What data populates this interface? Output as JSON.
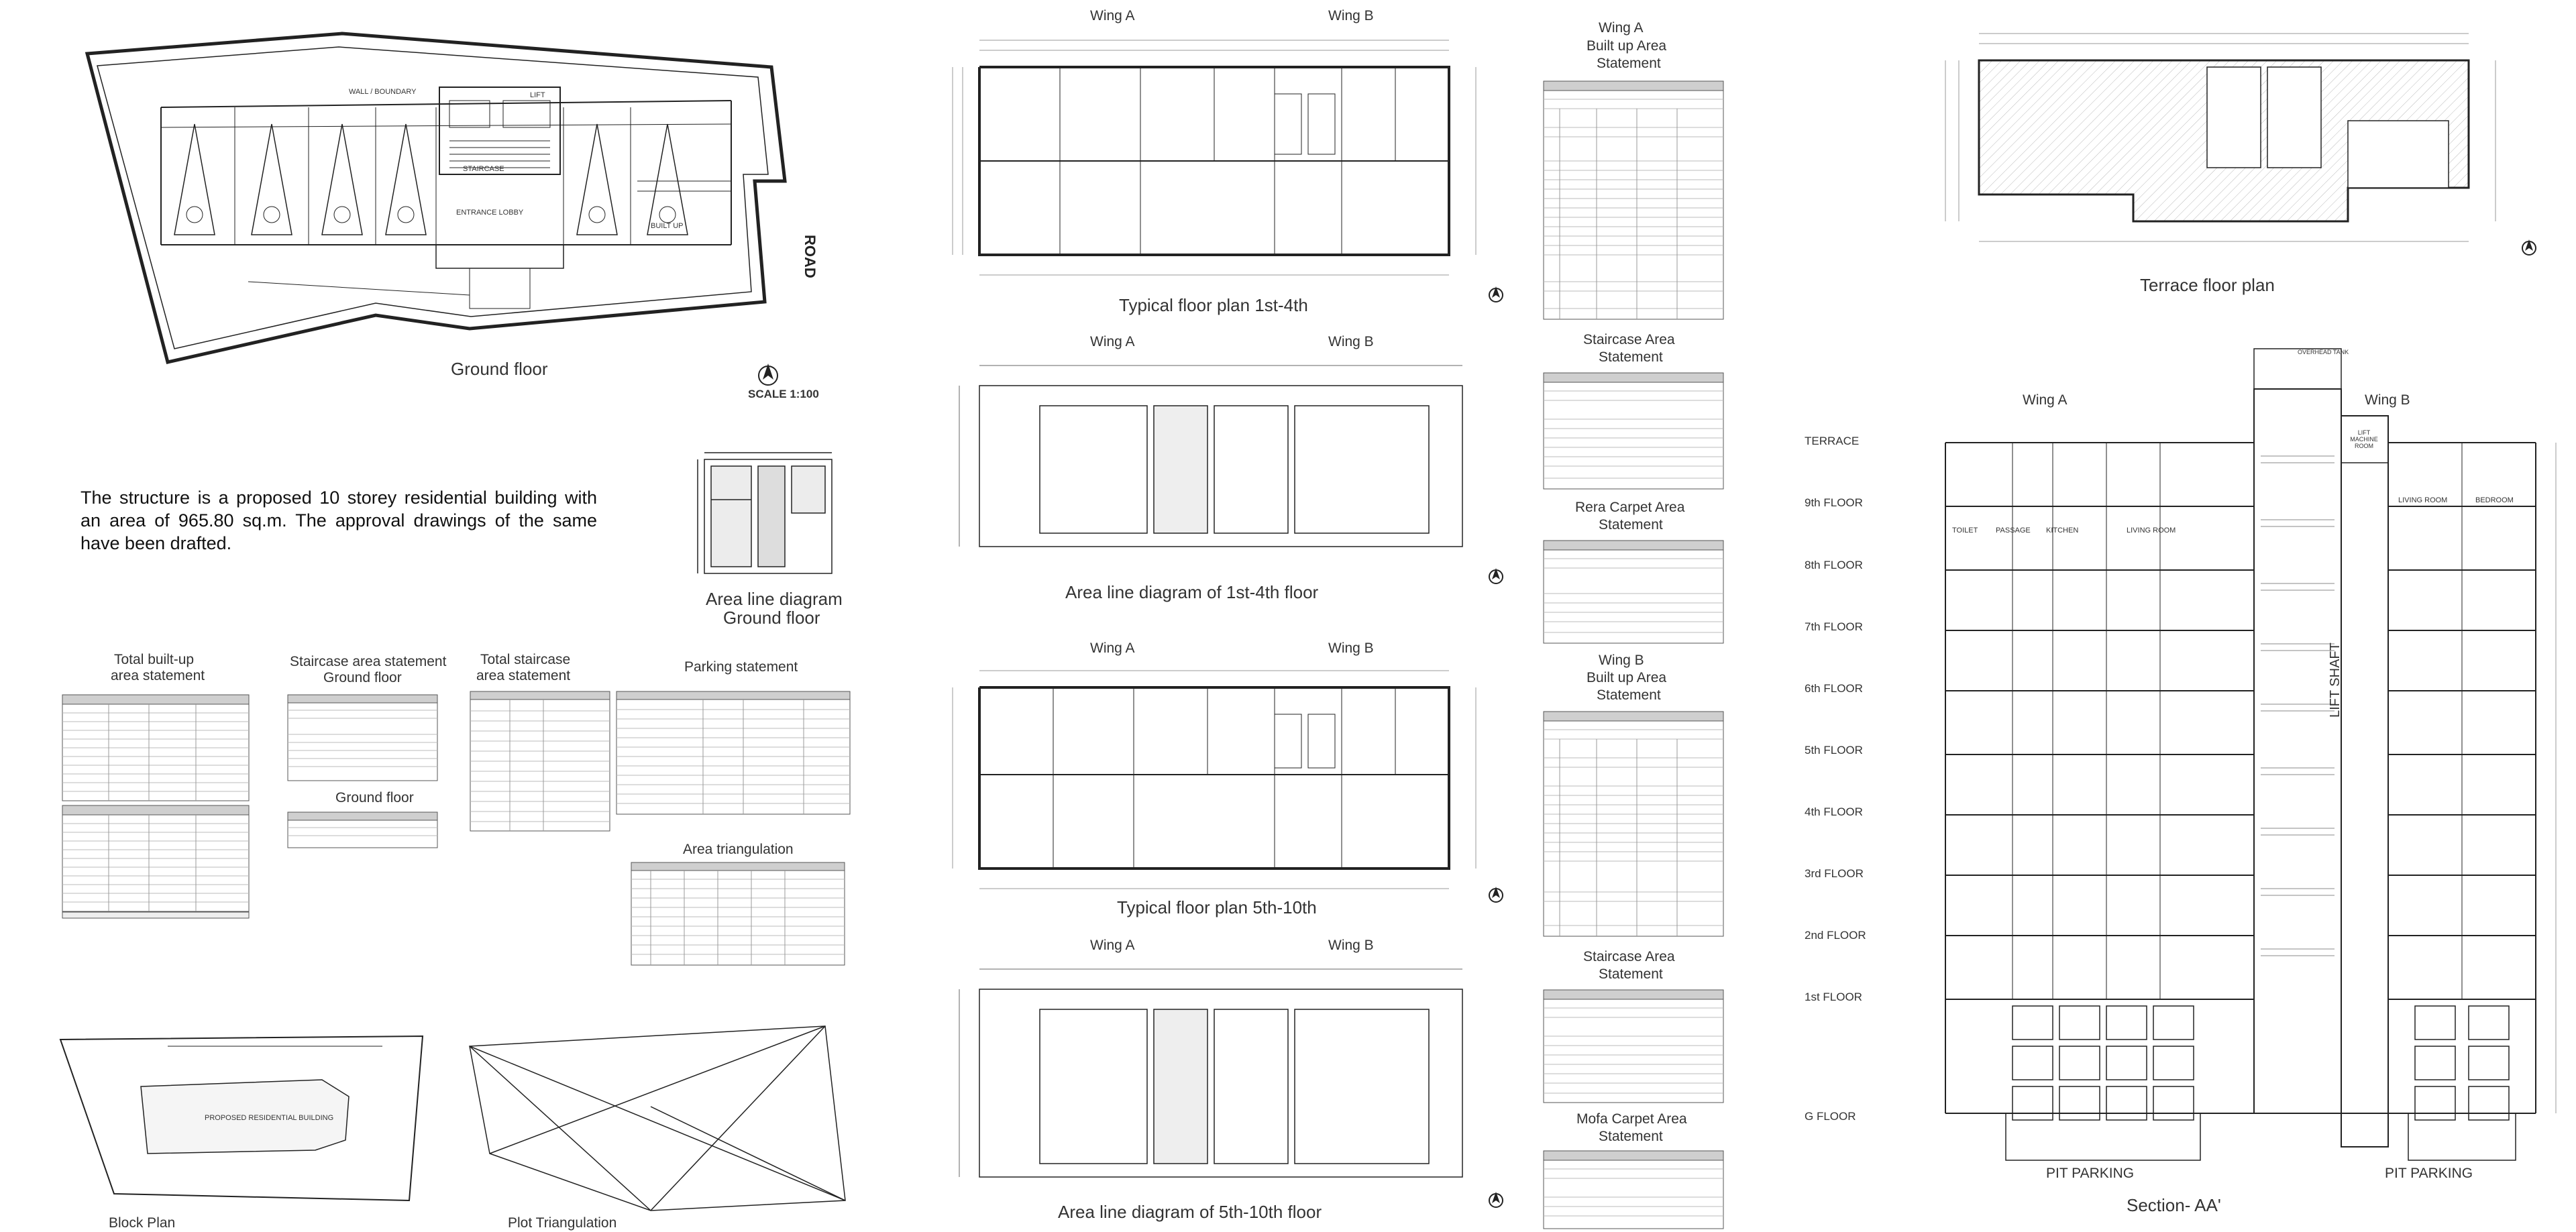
{
  "description": "The structure is a proposed 10 storey residential building with an area of 965.80 sq.m. The approval drawings of the same have been drafted.",
  "captions": {
    "ground_floor": "Ground floor",
    "scale": "SCALE 1:100",
    "area_line_ground_1": "Area line diagram",
    "area_line_ground_2": "Ground floor",
    "typical_1_4": "Typical floor plan 1st-4th",
    "area_line_1_4": "Area line diagram of 1st-4th floor",
    "typical_5_10": "Typical floor plan 5th-10th",
    "area_line_5_10": "Area line diagram of 5th-10th floor",
    "terrace": "Terrace floor plan",
    "section": "Section- AA'",
    "block_plan": "Block Plan",
    "plot_triangulation": "Plot Triangulation",
    "wing_a": "Wing A",
    "wing_b": "Wing B",
    "total_builtup_1": "Total built-up",
    "total_builtup_2": "area statement",
    "staircase_gf_1": "Staircase area statement",
    "staircase_gf_2": "Ground floor",
    "ground_floor_small": "Ground floor",
    "total_staircase_1": "Total staircase",
    "total_staircase_2": "area statement",
    "parking_statement": "Parking statement",
    "area_triangulation": "Area triangulation",
    "wa_builtup_1": "Wing A",
    "wa_builtup_2": "Built up Area",
    "wa_builtup_3": "Statement",
    "wa_stair_1": "Staircase Area",
    "wa_stair_2": "Statement",
    "wa_rera_1": "Rera Carpet Area",
    "wa_rera_2": "Statement",
    "wb_builtup_1": "Wing B",
    "wb_builtup_2": "Built up Area",
    "wb_builtup_3": "Statement",
    "wb_stair_1": "Staircase Area",
    "wb_stair_2": "Statement",
    "wb_mofa_1": "Mofa Carpet Area",
    "wb_mofa_2": "Statement"
  },
  "section_labels": {
    "floors": [
      "TERRACE",
      "9th FLOOR",
      "8th FLOOR",
      "7th FLOOR",
      "6th FLOOR",
      "5th FLOOR",
      "4th FLOOR",
      "3rd FLOOR",
      "2nd FLOOR",
      "1st FLOOR",
      "G FLOOR"
    ],
    "rooms_a": [
      "TOILET",
      "PASSAGE",
      "KITCHEN",
      "LIVING ROOM"
    ],
    "rooms_b": [
      "LIVING ROOM",
      "BEDROOM"
    ],
    "lift_shaft": "LIFT SHAFT",
    "lift_machine": "LIFT MACHINE ROOM",
    "overhead_tank": "OVERHEAD TANK",
    "pit_parking": "PIT PARKING"
  }
}
